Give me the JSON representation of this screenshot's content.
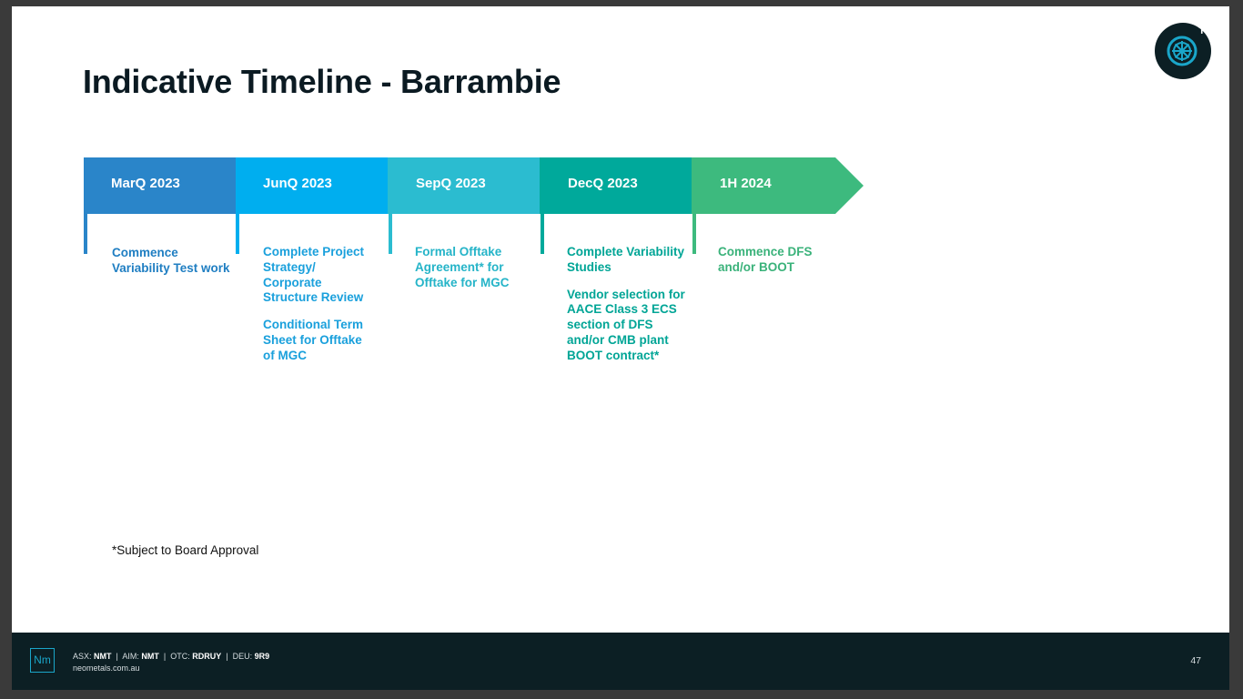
{
  "title": "Indicative Timeline - Barrambie",
  "logo": {
    "symbol": "Ti",
    "icon": "wheel-icon"
  },
  "phases": [
    {
      "label": "MarQ 2023",
      "color": "#2a85c9",
      "text_color": "#1f7ec2",
      "items": [
        "Commence Variability Test work"
      ]
    },
    {
      "label": "JunQ 2023",
      "color": "#00aeef",
      "text_color": "#1aa0dc",
      "items": [
        "Complete Project Strategy/ Corporate Structure Review",
        "Conditional Term Sheet for Offtake of MGC"
      ]
    },
    {
      "label": "SepQ 2023",
      "color": "#2bbcd0",
      "text_color": "#25b4c8",
      "items": [
        "Formal Offtake Agreement* for Offtake for MGC"
      ]
    },
    {
      "label": "DecQ 2023",
      "color": "#00a99b",
      "text_color": "#00a596",
      "items": [
        "Complete Variability Studies",
        "Vendor selection for AACE Class 3 ECS section of DFS and/or CMB plant BOOT contract*"
      ]
    },
    {
      "label": "1H 2024",
      "color": "#3dba7e",
      "text_color": "#3ab27a",
      "items": [
        "Commence DFS and/or BOOT"
      ]
    }
  ],
  "note": "*Subject to Board Approval",
  "footer": {
    "logo_text": "Nm",
    "tickers": [
      {
        "label": "ASX:",
        "code": "NMT"
      },
      {
        "label": "AIM:",
        "code": "NMT"
      },
      {
        "label": "OTC:",
        "code": "RDRUY"
      },
      {
        "label": "DEU:",
        "code": "9R9"
      }
    ],
    "website": "neometals.com.au",
    "page_number": "47"
  }
}
